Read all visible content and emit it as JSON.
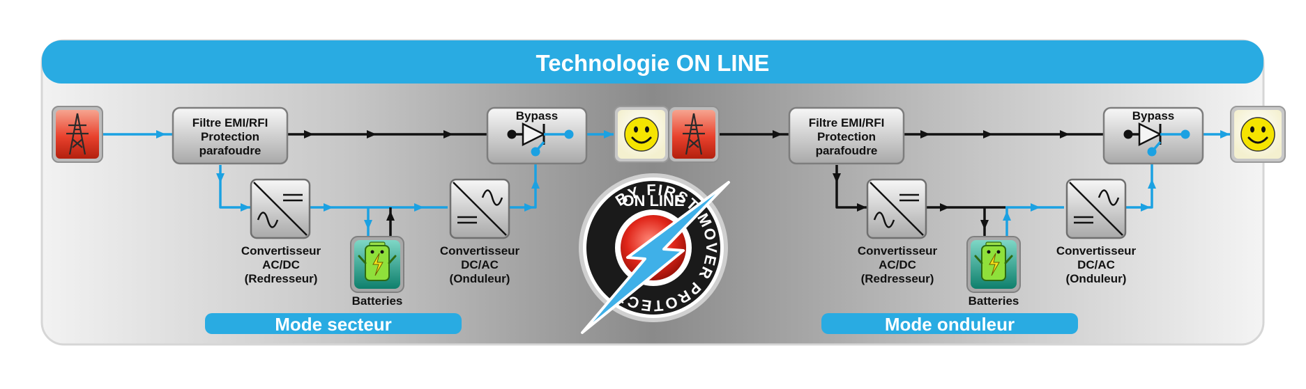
{
  "title": "Technologie ON LINE",
  "colors": {
    "accent_blue": "#29abe2",
    "flow_blue": "#1ba1e2",
    "flow_black": "#111111",
    "source_red": "#e8412d",
    "load_yellow": "#f5e400",
    "battery_teal": "#1aa58c"
  },
  "panels": [
    {
      "id": "secteur",
      "mode_label": "Mode secteur",
      "filter_lines": [
        "Filtre EMI/RFI",
        "Protection",
        "parafoudre"
      ],
      "bypass_label": "Bypass",
      "rectifier_lines": [
        "Convertisseur",
        "AC/DC",
        "(Redresseur)"
      ],
      "inverter_lines": [
        "Convertisseur",
        "DC/AC",
        "(Onduleur)"
      ],
      "battery_label": "Batteries"
    },
    {
      "id": "onduleur",
      "mode_label": "Mode onduleur",
      "filter_lines": [
        "Filtre EMI/RFI",
        "Protection",
        "parafoudre"
      ],
      "bypass_label": "Bypass",
      "rectifier_lines": [
        "Convertisseur",
        "AC/DC",
        "(Redresseur)"
      ],
      "inverter_lines": [
        "Convertisseur",
        "DC/AC",
        "(Onduleur)"
      ],
      "battery_label": "Batteries"
    }
  ],
  "badge": {
    "top_text": "ON LINE",
    "ring_text": "BY FIRST MOVER PROTECT"
  },
  "icons": {
    "source": "power-pylon-icon",
    "load": "smiley-face-icon",
    "battery": "battery-character-icon",
    "rectifier": "ac-dc-converter-icon",
    "inverter": "dc-ac-converter-icon",
    "bypass": "diode-icon",
    "badge_bolt": "lightning-bolt-icon"
  }
}
